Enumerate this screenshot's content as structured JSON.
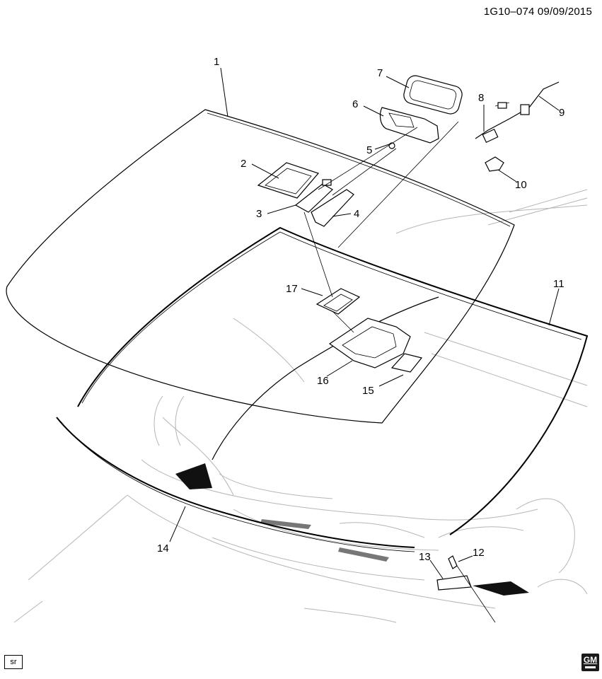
{
  "header": {
    "code": "1G10–074  09/09/2015"
  },
  "footer": {
    "badge": "sr",
    "logo_text": "GM"
  },
  "callouts": [
    "1",
    "2",
    "3",
    "4",
    "5",
    "6",
    "7",
    "8",
    "9",
    "10",
    "11",
    "12",
    "13",
    "14",
    "15",
    "16",
    "17"
  ]
}
